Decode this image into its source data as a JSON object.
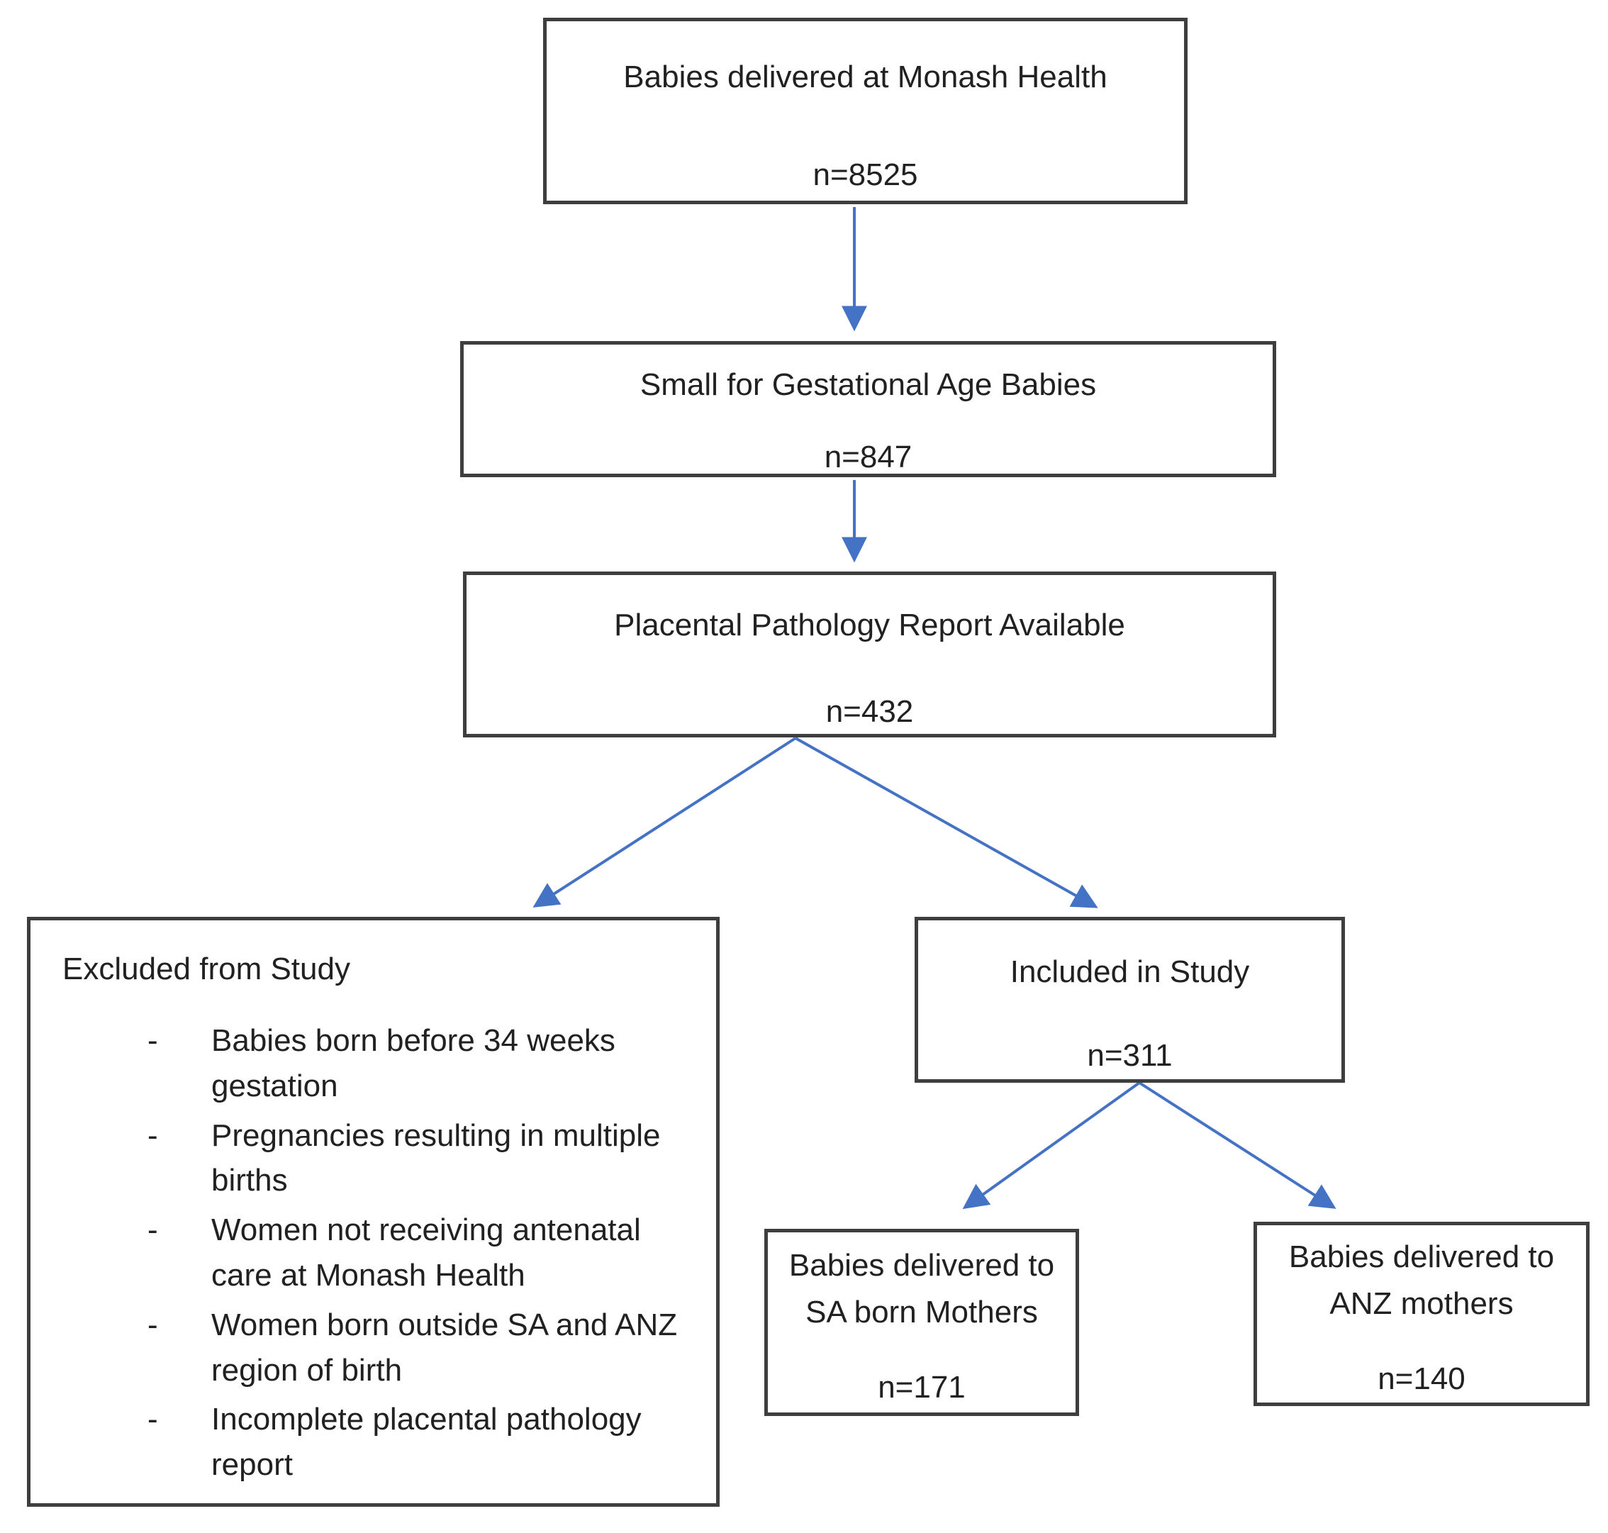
{
  "figure": {
    "type": "flowchart",
    "colors": {
      "arrow": "#4472C4",
      "box_border": "#3E3E3E",
      "text": "#212121",
      "background": "#FFFFFF"
    },
    "boxes": {
      "monash": {
        "title": "Babies delivered at Monash Health",
        "count": "n=8525"
      },
      "sga": {
        "title": "Small for Gestational Age Babies",
        "count": "n=847"
      },
      "pathology": {
        "title": "Placental Pathology Report Available",
        "count": "n=432"
      },
      "excluded": {
        "title": "Excluded from Study",
        "bullet_char": "-",
        "items": [
          "Babies born before 34 weeks gestation",
          "Pregnancies resulting in multiple births",
          "Women not receiving antenatal care at Monash Health",
          "Women born outside SA and ANZ region of birth",
          "Incomplete placental pathology report"
        ]
      },
      "included": {
        "title": "Included in Study",
        "count": "n=311"
      },
      "sa": {
        "title": "Babies delivered to SA born Mothers",
        "count": "n=171"
      },
      "anz": {
        "title": "Babies delivered to ANZ mothers",
        "count": "n=140"
      }
    }
  }
}
